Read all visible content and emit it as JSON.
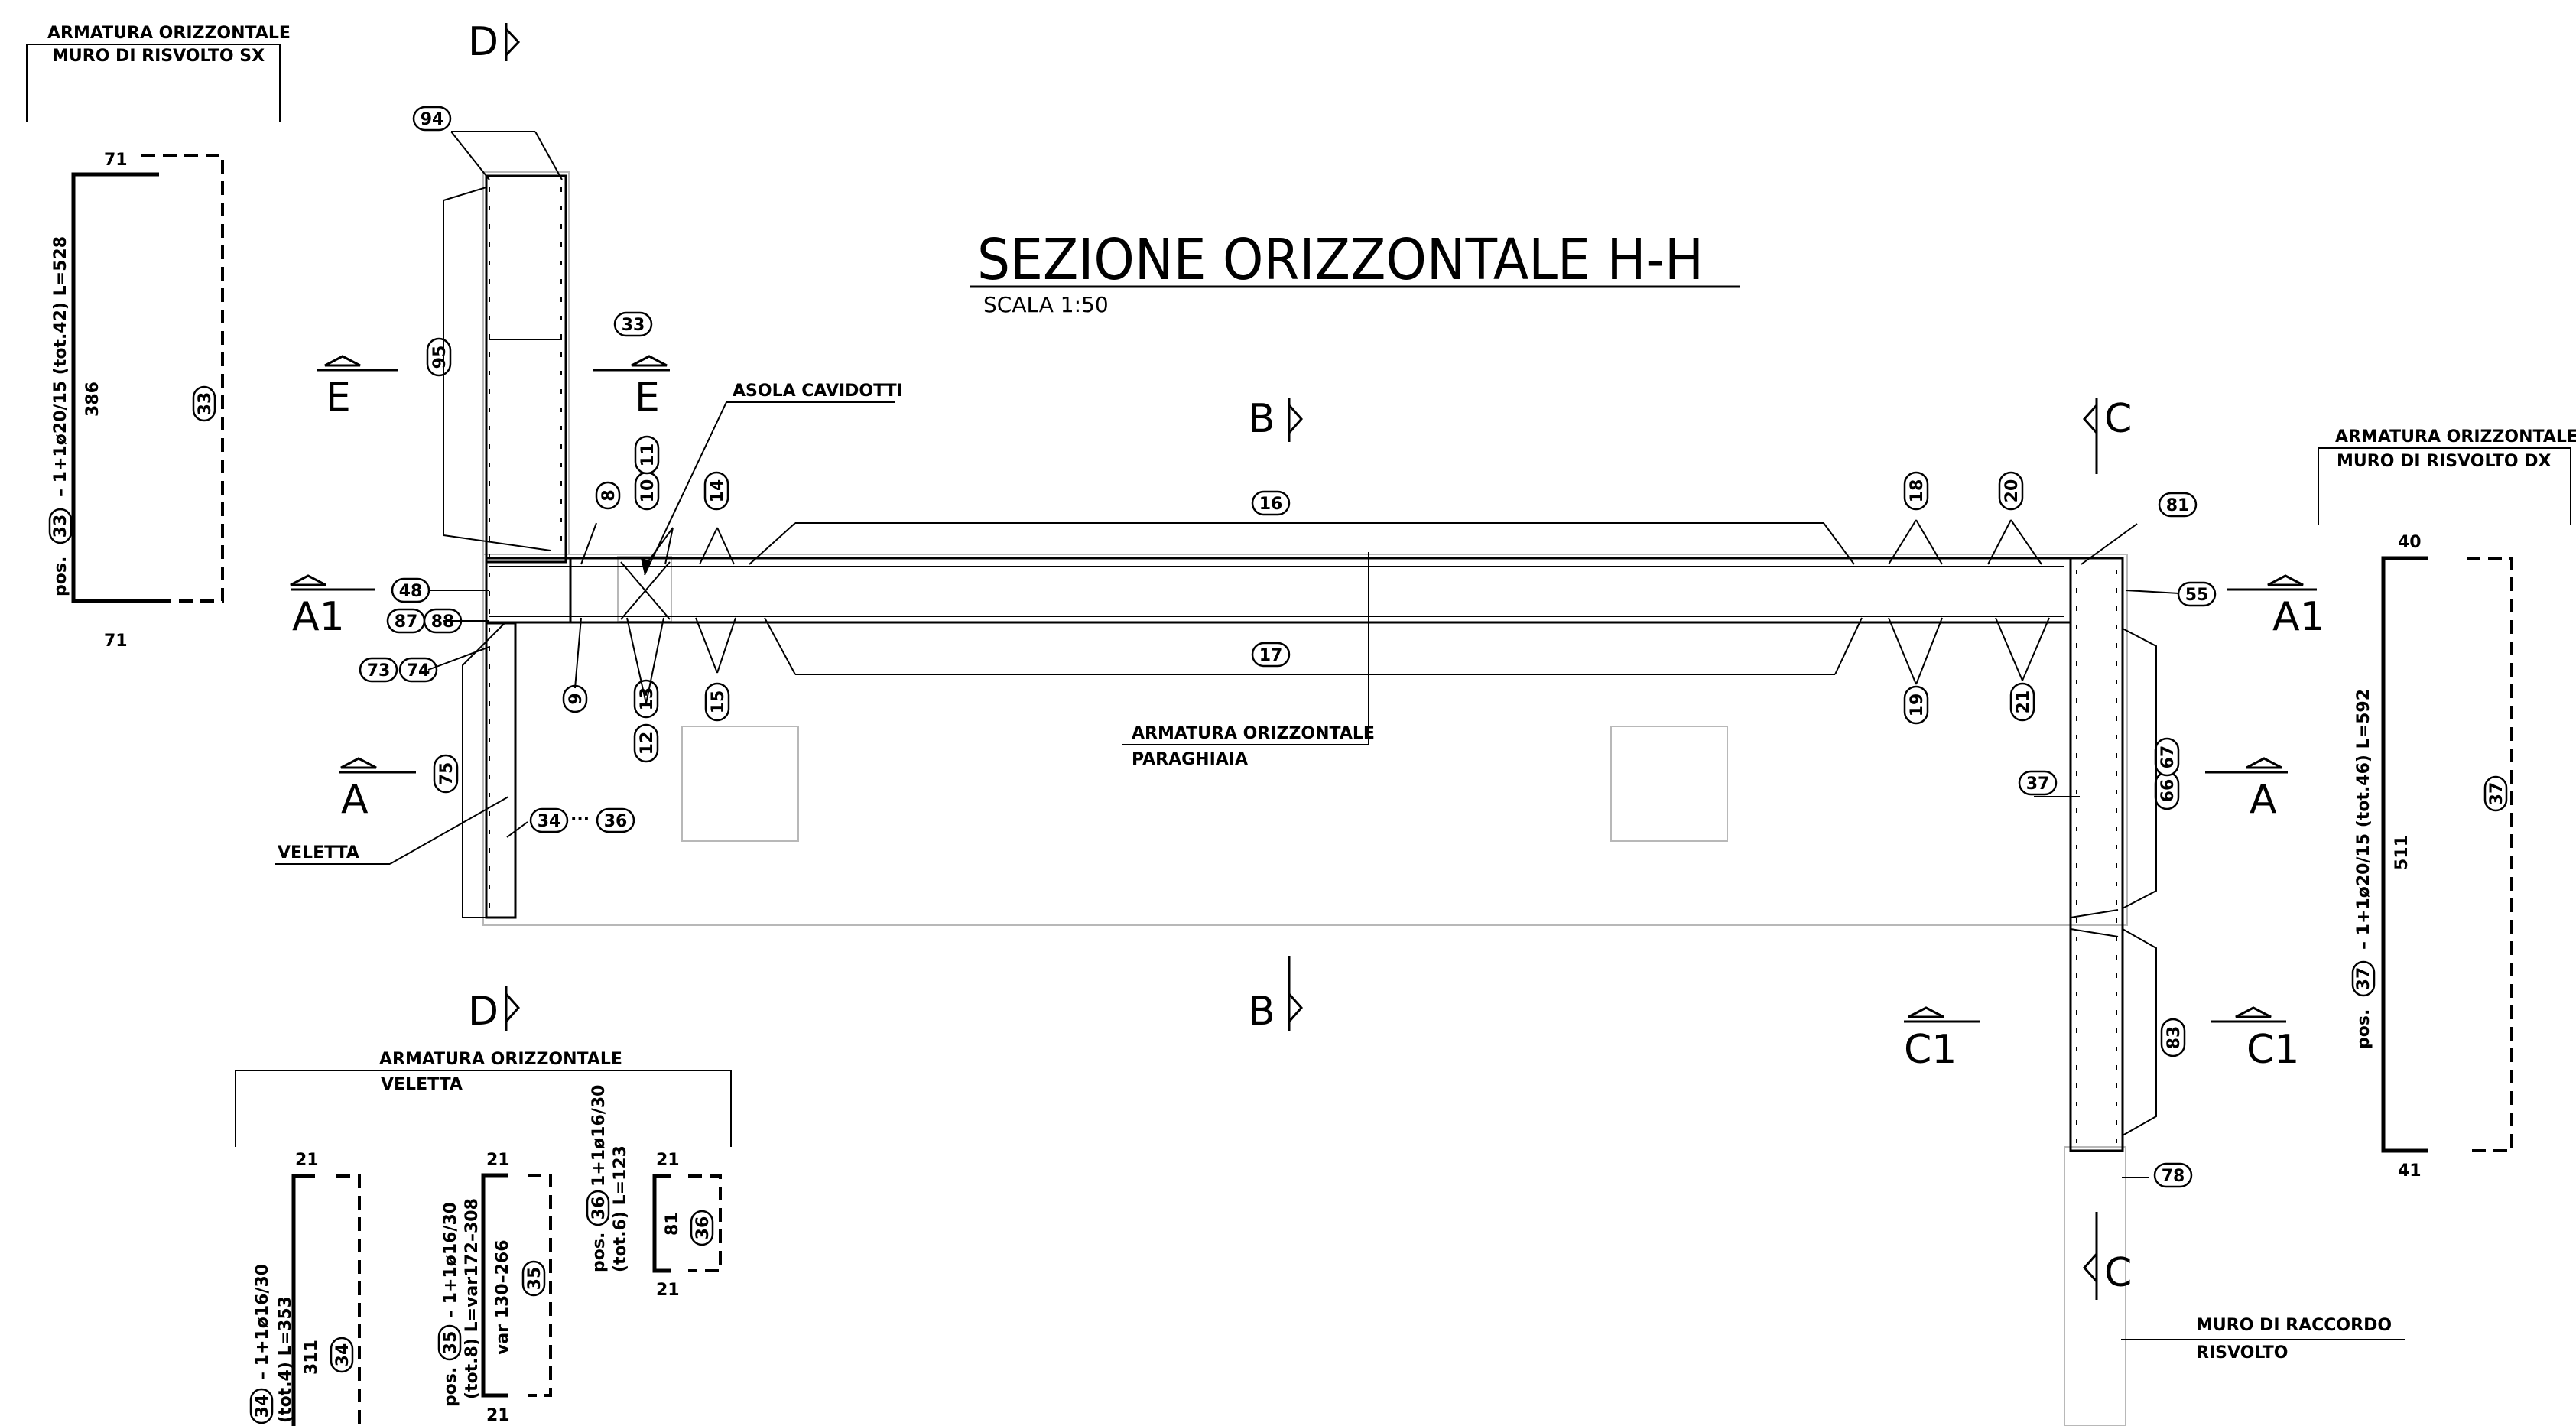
{
  "title": "SEZIONE ORIZZONTALE H-H",
  "scale": "SCALA 1:50",
  "section_marks": {
    "D": "D",
    "E": "E",
    "B": "B",
    "C": "C",
    "A": "A",
    "A1": "A1",
    "C1": "C1"
  },
  "labels": {
    "asola": "ASOLA CAVIDOTTI",
    "paraghiaia_1": "ARMATURA ORIZZONTALE",
    "paraghiaia_2": "PARAGHIAIA",
    "veletta": "VELETTA",
    "raccordo_1": "MURO DI RACCORDO",
    "raccordo_2": "RISVOLTO"
  },
  "schedule_sx": {
    "h1": "ARMATURA ORIZZONTALE",
    "h2": "MURO DI RISVOLTO SX",
    "top": "71",
    "bottom": "71",
    "length": "386",
    "bubble": "33",
    "pos_pre": "pos.",
    "pos_bubble": "33",
    "pos_post": "– 1+1ø20/15 (tot.42)  L=528"
  },
  "schedule_dx": {
    "h1": "ARMATURA ORIZZONTALE",
    "h2": "MURO DI RISVOLTO DX",
    "top": "40",
    "bottom": "41",
    "length": "511",
    "bubble": "37",
    "pos_pre": "pos.",
    "pos_bubble": "37",
    "pos_post": "– 1+1ø20/15 (tot.46)  L=592"
  },
  "schedule_veletta": {
    "h1": "ARMATURA ORIZZONTALE",
    "h2": "VELETTA",
    "bar34": {
      "top": "21",
      "length": "311",
      "bubble": "34",
      "line1": "– 1+1ø16/30",
      "line2": "(tot.4)   L=353"
    },
    "bar35": {
      "top": "21",
      "bottom": "21",
      "length": "var 130–266",
      "bubble": "35",
      "line1": "pos.",
      "line2": "– 1+1ø16/30",
      "line3": "(tot.8)   L=var172–308"
    },
    "bar36": {
      "top": "21",
      "bottom": "21",
      "length": "81",
      "bubble": "36",
      "line1": "pos.",
      "line2": "1+1ø16/30",
      "line3": "(tot.6)  L=123"
    }
  },
  "callouts": [
    "94",
    "33",
    "95",
    "8",
    "10",
    "11",
    "14",
    "16",
    "18",
    "20",
    "81",
    "48",
    "87",
    "88",
    "73",
    "74",
    "9",
    "12",
    "13",
    "15",
    "17",
    "19",
    "21",
    "55",
    "75",
    "34",
    "36",
    "37",
    "66",
    "67",
    "83",
    "78"
  ],
  "colors": {
    "ink": "#000000",
    "grid": "#b8b8b8",
    "background": "#ffffff"
  }
}
